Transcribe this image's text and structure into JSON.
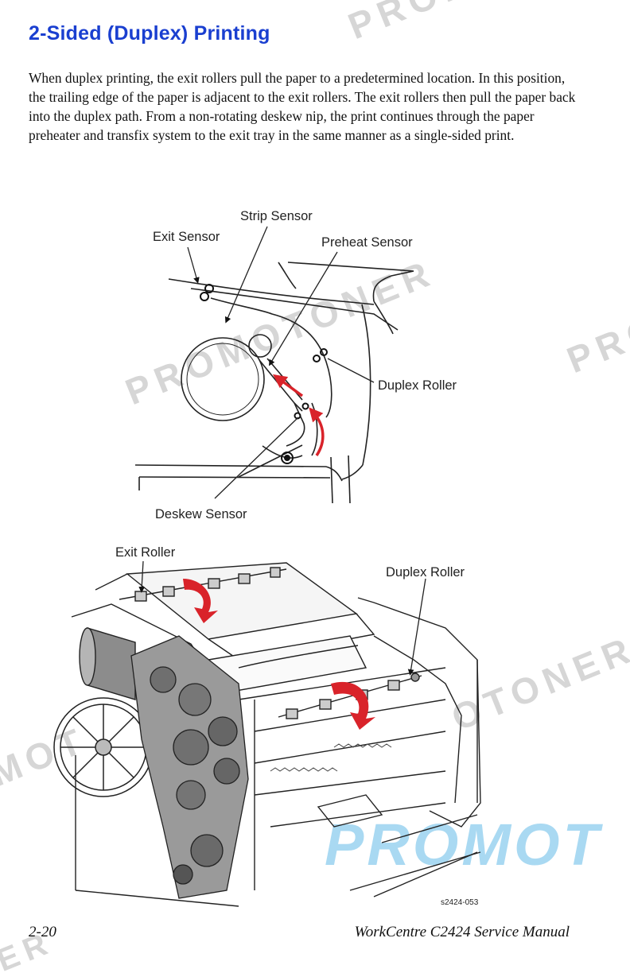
{
  "page": {
    "title": "2-Sided (Duplex) Printing",
    "paragraph": "When duplex printing, the exit rollers pull the paper to a predetermined location. In this position, the trailing edge of the paper is adjacent to the exit rollers. The exit rollers then pull the paper back into the duplex path. From a non-rotating deskew nip, the print continues through the paper preheater and transfix system to the exit tray in the same manner as a single-sided print."
  },
  "figure1": {
    "labels": {
      "strip_sensor": "Strip Sensor",
      "exit_sensor": "Exit Sensor",
      "preheat_sensor": "Preheat Sensor",
      "duplex_roller": "Duplex Roller",
      "deskew_sensor": "Deskew Sensor"
    }
  },
  "figure2": {
    "labels": {
      "exit_roller": "Exit Roller",
      "duplex_roller": "Duplex Roller"
    },
    "figure_id": "s2424-053"
  },
  "footer": {
    "page_number": "2-20",
    "manual_title": "WorkCentre C2424 Service Manual"
  },
  "watermark": {
    "text": "PROMOTONER",
    "colors": {
      "gray": "#d6d6d6",
      "blue": "#a9d9f2"
    }
  },
  "colors": {
    "title": "#1a3fd0",
    "arrow": "#d9232a"
  }
}
